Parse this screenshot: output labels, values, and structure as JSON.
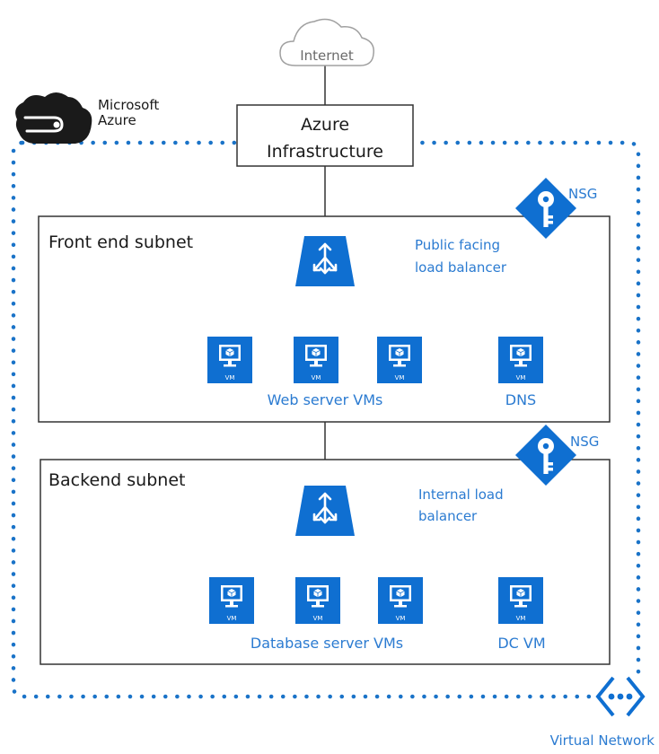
{
  "colors": {
    "azure_blue": "#0f6fd1",
    "label_blue": "#2b7bd1",
    "dot_blue": "#1a73c8",
    "border_gray": "#333333",
    "cloud_gray": "#a0a0a0"
  },
  "internet": {
    "label": "Internet",
    "icon": "cloud-icon"
  },
  "azure_brand": {
    "line1": "Microsoft",
    "line2": "Azure",
    "icon": "azure-cloud-logo-icon"
  },
  "infrastructure": {
    "line1": "Azure",
    "line2": "Infrastructure"
  },
  "front_subnet": {
    "title": "Front end subnet",
    "nsg_label": "NSG",
    "lb_line1": "Public facing",
    "lb_line2": "load balancer",
    "vm_badge": "VM",
    "web_label": "Web server VMs",
    "dns_label": "DNS"
  },
  "back_subnet": {
    "title": "Backend subnet",
    "nsg_label": "NSG",
    "lb_line1": "Internal load",
    "lb_line2": "balancer",
    "vm_badge": "VM",
    "db_label": "Database server VMs",
    "dc_label": "DC VM"
  },
  "virtual_network": {
    "label": "Virtual Network",
    "icon": "virtual-network-icon"
  }
}
